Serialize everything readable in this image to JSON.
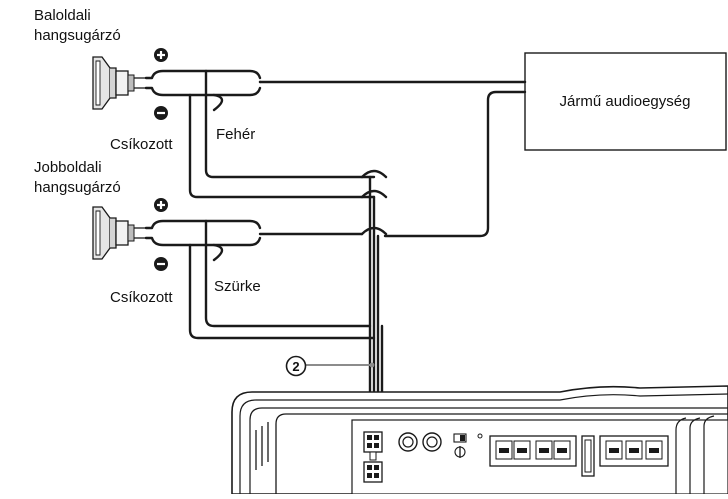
{
  "labels": {
    "left_speaker": [
      "Baloldali",
      "hangsugárzó"
    ],
    "right_speaker": [
      "Jobboldali",
      "hangsugárzó"
    ],
    "left_striped": "Csíkozott",
    "left_white": "Fehér",
    "right_striped": "Csíkozott",
    "right_grey": "Szürke",
    "head_unit": "Jármű audioegység",
    "callout_number": "2"
  },
  "icons": {
    "plus": "plus-circle-icon",
    "minus": "minus-circle-icon",
    "speaker": "speaker-icon",
    "amplifier": "amplifier-icon"
  },
  "colors": {
    "wire": "#1a1a1a",
    "callout_line": "#8c8c8c",
    "background": "#ffffff"
  }
}
